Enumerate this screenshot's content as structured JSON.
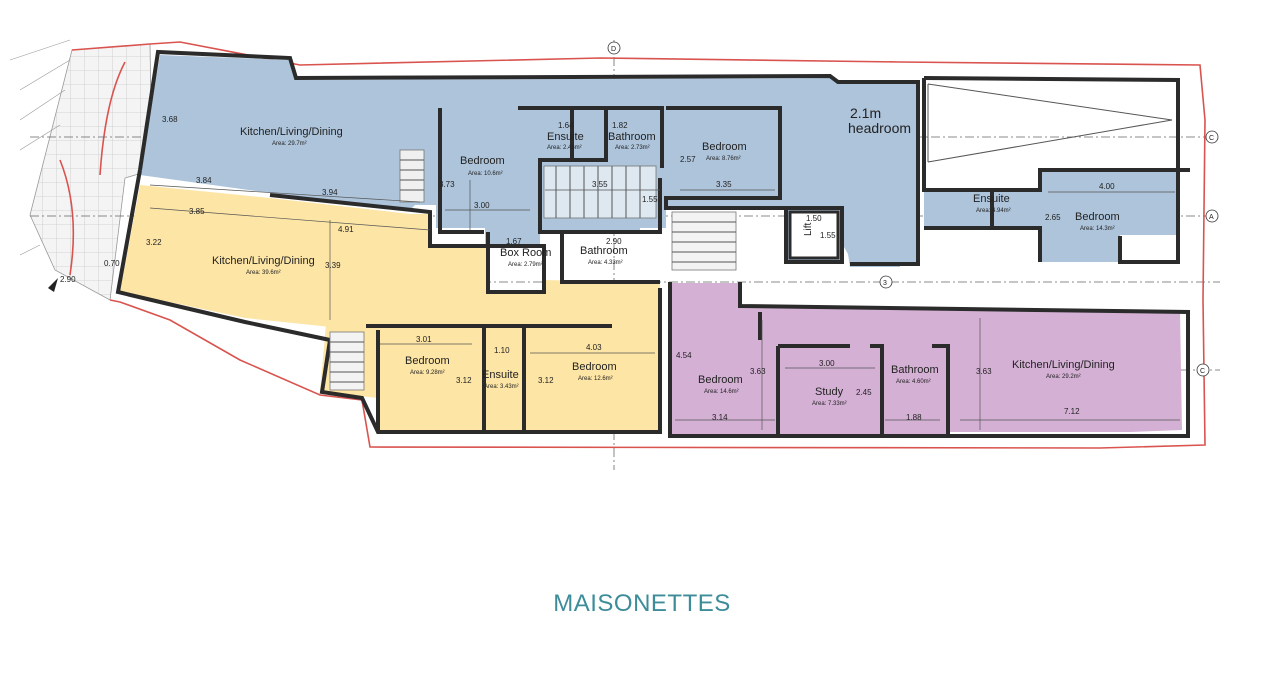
{
  "colors": {
    "blue": "#adc4db",
    "yellow": "#fde5a5",
    "purple": "#d4b0d5",
    "caption": "#3c8d99",
    "site_line": "#d9534f"
  },
  "grid_markers": [
    "D",
    "C",
    "A",
    "3",
    "C"
  ],
  "rooms": {
    "blue_kitchen": {
      "name": "Kitchen/Living/Dining",
      "area": "Area: 29.7m²"
    },
    "blue_bedroom_1": {
      "name": "Bedroom",
      "area": "Area: 10.6m²"
    },
    "blue_ensuite_1": {
      "name": "Ensuite",
      "area": "Area: 2.46m²"
    },
    "blue_bathroom": {
      "name": "Bathroom",
      "area": "Area: 2.73m²"
    },
    "blue_bedroom_2": {
      "name": "Bedroom",
      "area": "Area: 8.76m²"
    },
    "headroom_1": "2.1m",
    "headroom_2": "headroom",
    "blue_ensuite_2": {
      "name": "Ensuite",
      "area": "Area: 4.94m²"
    },
    "blue_bedroom_3": {
      "name": "Bedroom",
      "area": "Area: 14.3m²"
    },
    "lift": "Lift",
    "yellow_kitchen": {
      "name": "Kitchen/Living/Dining",
      "area": "Area: 39.6m²"
    },
    "yellow_boxroom": {
      "name": "Box Room",
      "area": "Area: 2.79m²"
    },
    "yellow_bathroom": {
      "name": "Bathroom",
      "area": "Area: 4.33m²"
    },
    "yellow_bedroom_1": {
      "name": "Bedroom",
      "area": "Area: 9.28m²"
    },
    "yellow_ensuite": {
      "name": "Ensuite",
      "area": "Area: 3.43m²"
    },
    "yellow_bedroom_2": {
      "name": "Bedroom",
      "area": "Area: 12.6m²"
    },
    "purple_bedroom": {
      "name": "Bedroom",
      "area": "Area: 14.6m²"
    },
    "purple_study": {
      "name": "Study",
      "area": "Area: 7.33m²"
    },
    "purple_bathroom": {
      "name": "Bathroom",
      "area": "Area: 4.60m²"
    },
    "purple_kitchen": {
      "name": "Kitchen/Living/Dining",
      "area": "Area: 29.2m²"
    }
  },
  "dimensions": {
    "d_368": "3.68",
    "d_384": "3.84",
    "d_394": "3.94",
    "d_164": "1.64",
    "d_182": "1.82",
    "d_373": "3.73",
    "d_300a": "3.00",
    "d_355": "3.55",
    "d_155": "1.55",
    "d_257": "2.57",
    "d_335": "3.35",
    "d_400": "4.00",
    "d_265": "2.65",
    "d_150": "1.50",
    "d_155b": "1.55",
    "d_385": "3.85",
    "d_491": "4.91",
    "d_322": "3.22",
    "d_339": "3.39",
    "d_167": "1.67",
    "d_290": "2.90",
    "d_301": "3.01",
    "d_110": "1.10",
    "d_403": "4.03",
    "d_312a": "3.12",
    "d_312b": "3.12",
    "d_454": "4.54",
    "d_363a": "3.63",
    "d_300b": "3.00",
    "d_245": "2.45",
    "d_314": "3.14",
    "d_188": "1.88",
    "d_363b": "3.63",
    "d_712": "7.12",
    "d_070": "0.70",
    "d_290b": "2.90"
  },
  "caption": "MAISONETTES"
}
